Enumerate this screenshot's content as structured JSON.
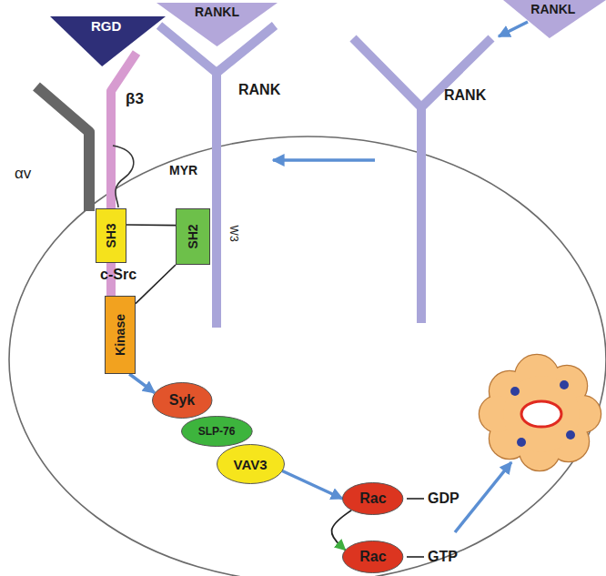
{
  "diagram": {
    "nodes": [
      {
        "text": [
          "RGD"
        ]
      },
      {
        "text": [
          "RANKL"
        ]
      },
      {
        "text": [
          "RANKL"
        ]
      },
      {
        "text": [
          "SH3"
        ]
      },
      {
        "text": [
          "SH2"
        ]
      },
      {
        "text": [
          "Kinase"
        ]
      },
      {
        "text": [
          "Syk"
        ]
      },
      {
        "text": [
          "SLP-76"
        ]
      },
      {
        "text": [
          "VAV3"
        ]
      },
      {
        "text": [
          "Rac"
        ]
      },
      {
        "text": [
          "Rac"
        ]
      }
    ],
    "edges": [
      {
        "from": 3,
        "to": 4,
        "arrow": "none"
      },
      {
        "from": 4,
        "to": 5,
        "arrow": "none"
      },
      {
        "from": 5,
        "to": 6,
        "arrow": "to"
      },
      {
        "from": 8,
        "to": 9,
        "arrow": "to"
      },
      {
        "from": 9,
        "to": 10,
        "arrow": "to"
      }
    ],
    "labels": [
      "αv",
      "β3",
      "RANK",
      "MYR",
      "RANK",
      "W3",
      "c-Src",
      "GDP",
      "GTP"
    ]
  }
}
